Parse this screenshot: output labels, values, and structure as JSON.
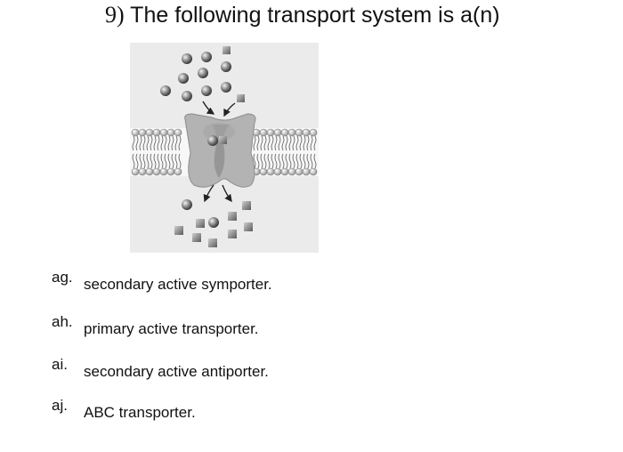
{
  "question": {
    "number": "9)",
    "text": "The following transport system is a(n)"
  },
  "options": [
    {
      "letter": "ag.",
      "text": "secondary active symporter."
    },
    {
      "letter": "ah.",
      "text": "primary active transporter."
    },
    {
      "letter": "ai.",
      "text": "secondary active antiporter."
    },
    {
      "letter": "aj.",
      "text": "ABC transporter."
    }
  ]
}
